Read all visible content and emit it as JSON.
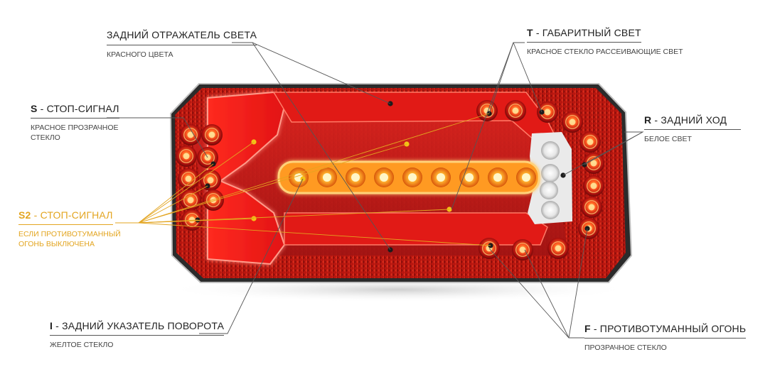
{
  "labels": {
    "reflector": {
      "title": "ЗАДНИЙ ОТРАЖАТЕЛЬ СВЕТА",
      "sub": "КРАСНОГО ЦВЕТА"
    },
    "tail": {
      "code": "T",
      "title": " - ГАБАРИТНЫЙ СВЕТ",
      "sub": "КРАСНОЕ СТЕКЛО РАССЕИВАЮЩИЕ СВЕТ"
    },
    "stop": {
      "code": "S",
      "title": " - СТОП-СИГНАЛ",
      "sub1": "КРАСНОЕ ПРОЗРАЧНОЕ",
      "sub2": "СТЕКЛО"
    },
    "reverse": {
      "code": "R",
      "title": " - ЗАДНИЙ ХОД",
      "sub": "БЕЛОЕ СВЕТ"
    },
    "stop2": {
      "code": "S2",
      "title": " - СТОП-СИГНАЛ",
      "sub1": "ЕСЛИ ПРОТИВОТУМАННЫЙ",
      "sub2": "ОГОНЬ ВЫКЛЮЧЕНА"
    },
    "indicator": {
      "code": "I",
      "title": " - ЗАДНИЙ УКАЗАТЕЛЬ ПОВОРОТА",
      "sub": "ЖЕЛТОЕ СТЕКЛО"
    },
    "fog": {
      "code": "F",
      "title": " - ПРОТИВОТУМАННЫЙ ОГОНЬ",
      "sub": "ПРОЗРАЧНОЕ СТЕКЛО"
    }
  },
  "colors": {
    "accent_yellow": "#e3a520",
    "lamp_red": "#c81a1a",
    "lamp_orange": "#ff8a1a",
    "reverse_white": "#f4f4f4",
    "housing": "#2b2b2b"
  },
  "icons": [
    "tail-lamp-illustration"
  ]
}
